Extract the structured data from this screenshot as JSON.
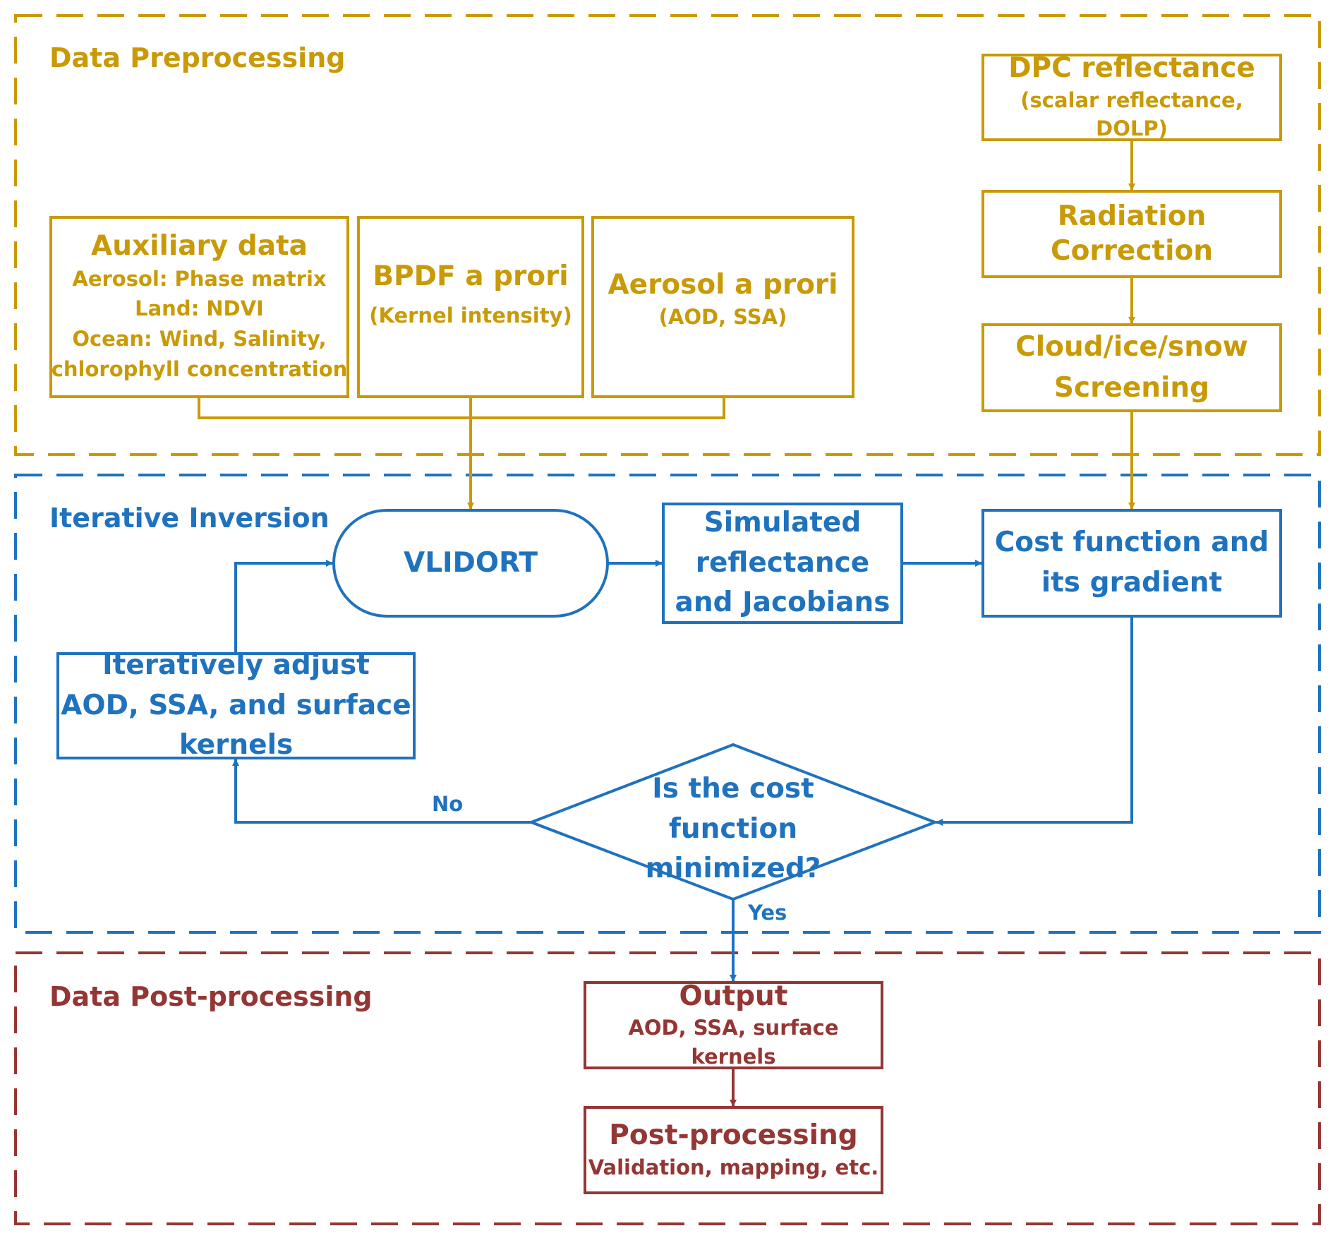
{
  "colors": {
    "preprocessing": "#C99A06",
    "inversion": "#1F72BE",
    "postprocessing": "#943634"
  },
  "sections": {
    "preprocessing": "Data Preprocessing",
    "inversion": "Iterative Inversion",
    "postprocessing": "Data Post-processing"
  },
  "nodes": {
    "dpc": {
      "title": "DPC reflectance",
      "subtitle": "(scalar reflectance, DOLP)"
    },
    "radiation": {
      "title": "Radiation Correction"
    },
    "cloud": {
      "title": "Cloud/ice/snow Screening"
    },
    "auxiliary": {
      "title": "Auxiliary data",
      "lines": [
        "Aerosol: Phase matrix",
        "Land: NDVI",
        "Ocean: Wind, Salinity,",
        "chlorophyll concentration"
      ]
    },
    "bpdf": {
      "title": "BPDF a prori",
      "subtitle": "(Kernel intensity)"
    },
    "aerosol": {
      "title": "Aerosol a prori",
      "subtitle": "(AOD, SSA)"
    },
    "vlidort": {
      "title": "VLIDORT"
    },
    "simulated": {
      "title": "Simulated reflectance and Jacobians"
    },
    "cost": {
      "title": "Cost function and its gradient"
    },
    "adjust": {
      "title": "Iteratively adjust AOD, SSA, and surface kernels"
    },
    "decision": {
      "title": "Is the cost function minimized?"
    },
    "output": {
      "title": "Output",
      "subtitle": "AOD, SSA, surface kernels"
    },
    "post": {
      "title": "Post-processing",
      "subtitle": "Validation, mapping, etc."
    }
  },
  "edges": {
    "no": "No",
    "yes": "Yes"
  }
}
